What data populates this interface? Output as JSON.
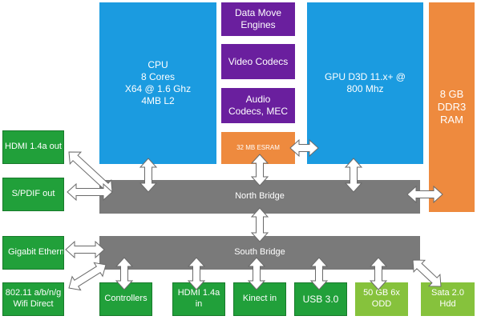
{
  "cpu": {
    "label": "CPU\n8 Cores\nX64 @ 1.6 Ghz\n4MB L2",
    "color": "#1b9be0"
  },
  "gpu": {
    "label": "GPU D3D 11.x+ @\n800 Mhz",
    "color": "#1b9be0"
  },
  "ram": {
    "label": "8 GB\nDDR3\nRAM",
    "color": "#ee8a3e"
  },
  "data_move": {
    "label": "Data Move\nEngines",
    "color": "#6a1f9e"
  },
  "video_codecs": {
    "label": "Video Codecs",
    "color": "#6a1f9e"
  },
  "audio_codecs": {
    "label": "Audio\nCodecs, MEC",
    "color": "#6a1f9e"
  },
  "esram": {
    "label": "32 MB ESRAM",
    "color": "#ee8a3e"
  },
  "north_bridge": {
    "label": "North Bridge",
    "color": "#7a7a7a"
  },
  "south_bridge": {
    "label": "South Bridge",
    "color": "#7a7a7a"
  },
  "outputs": {
    "hdmi_out": "HDMI 1.4a out",
    "spdif_out": "S/PDIF out",
    "gigabit": "Gigabit Etherne",
    "wifi": "802.11 a/b/n/g\nWifi Direct"
  },
  "peripherals": {
    "controllers": "Controllers",
    "hdmi_in": "HDMI 1.4a\nin",
    "kinect": "Kinect in",
    "usb": "USB 3.0",
    "odd": "50 GB 6x\nODD",
    "sata": "Sata 2.0\nHdd"
  },
  "colors": {
    "green": "#21a03a",
    "light_green": "#86c23c",
    "arrow_fill": "#ffffff",
    "arrow_stroke": "#6a6a6a"
  }
}
